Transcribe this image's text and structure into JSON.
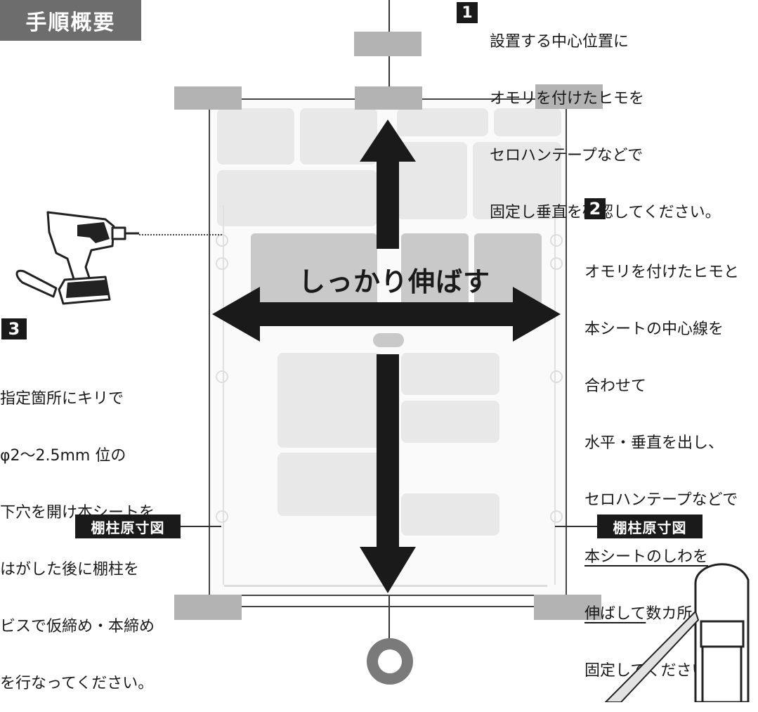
{
  "title": "手順概要",
  "steps": [
    {
      "number": "1",
      "lines": [
        "設置する中心位置に",
        "オモリを付けたヒモを",
        "セロハンテープなどで",
        "固定し垂直を確認してください。"
      ]
    },
    {
      "number": "2",
      "lines": [
        "オモリを付けたヒモと",
        "本シートの中心線を",
        "合わせて",
        "水平・垂直を出し、",
        "セロハンテープなどで"
      ],
      "underlined_lines": [
        "本シートのしわを",
        "伸ばして"
      ],
      "tail_after_underline": "数カ所",
      "final_line": "固定してください。"
    },
    {
      "number": "3",
      "lines": [
        "指定箇所にキリで",
        "φ2〜2.5mm 位の",
        "下穴を開け本シートを",
        "はがした後に棚柱を",
        "ビスで仮締め・本締め",
        "を行なってください。"
      ]
    }
  ],
  "stretch_label": "しっかり伸ばす",
  "column_labels": {
    "left": "棚柱原寸図",
    "right": "棚柱原寸図"
  },
  "colors": {
    "dark": "#1a1a1a",
    "tape": "#b3b3b3",
    "title_bg": "#6d6d6d"
  },
  "icons": [
    "impact-driver-icon",
    "plumb-weight-icon",
    "tape-cutter-icon"
  ]
}
